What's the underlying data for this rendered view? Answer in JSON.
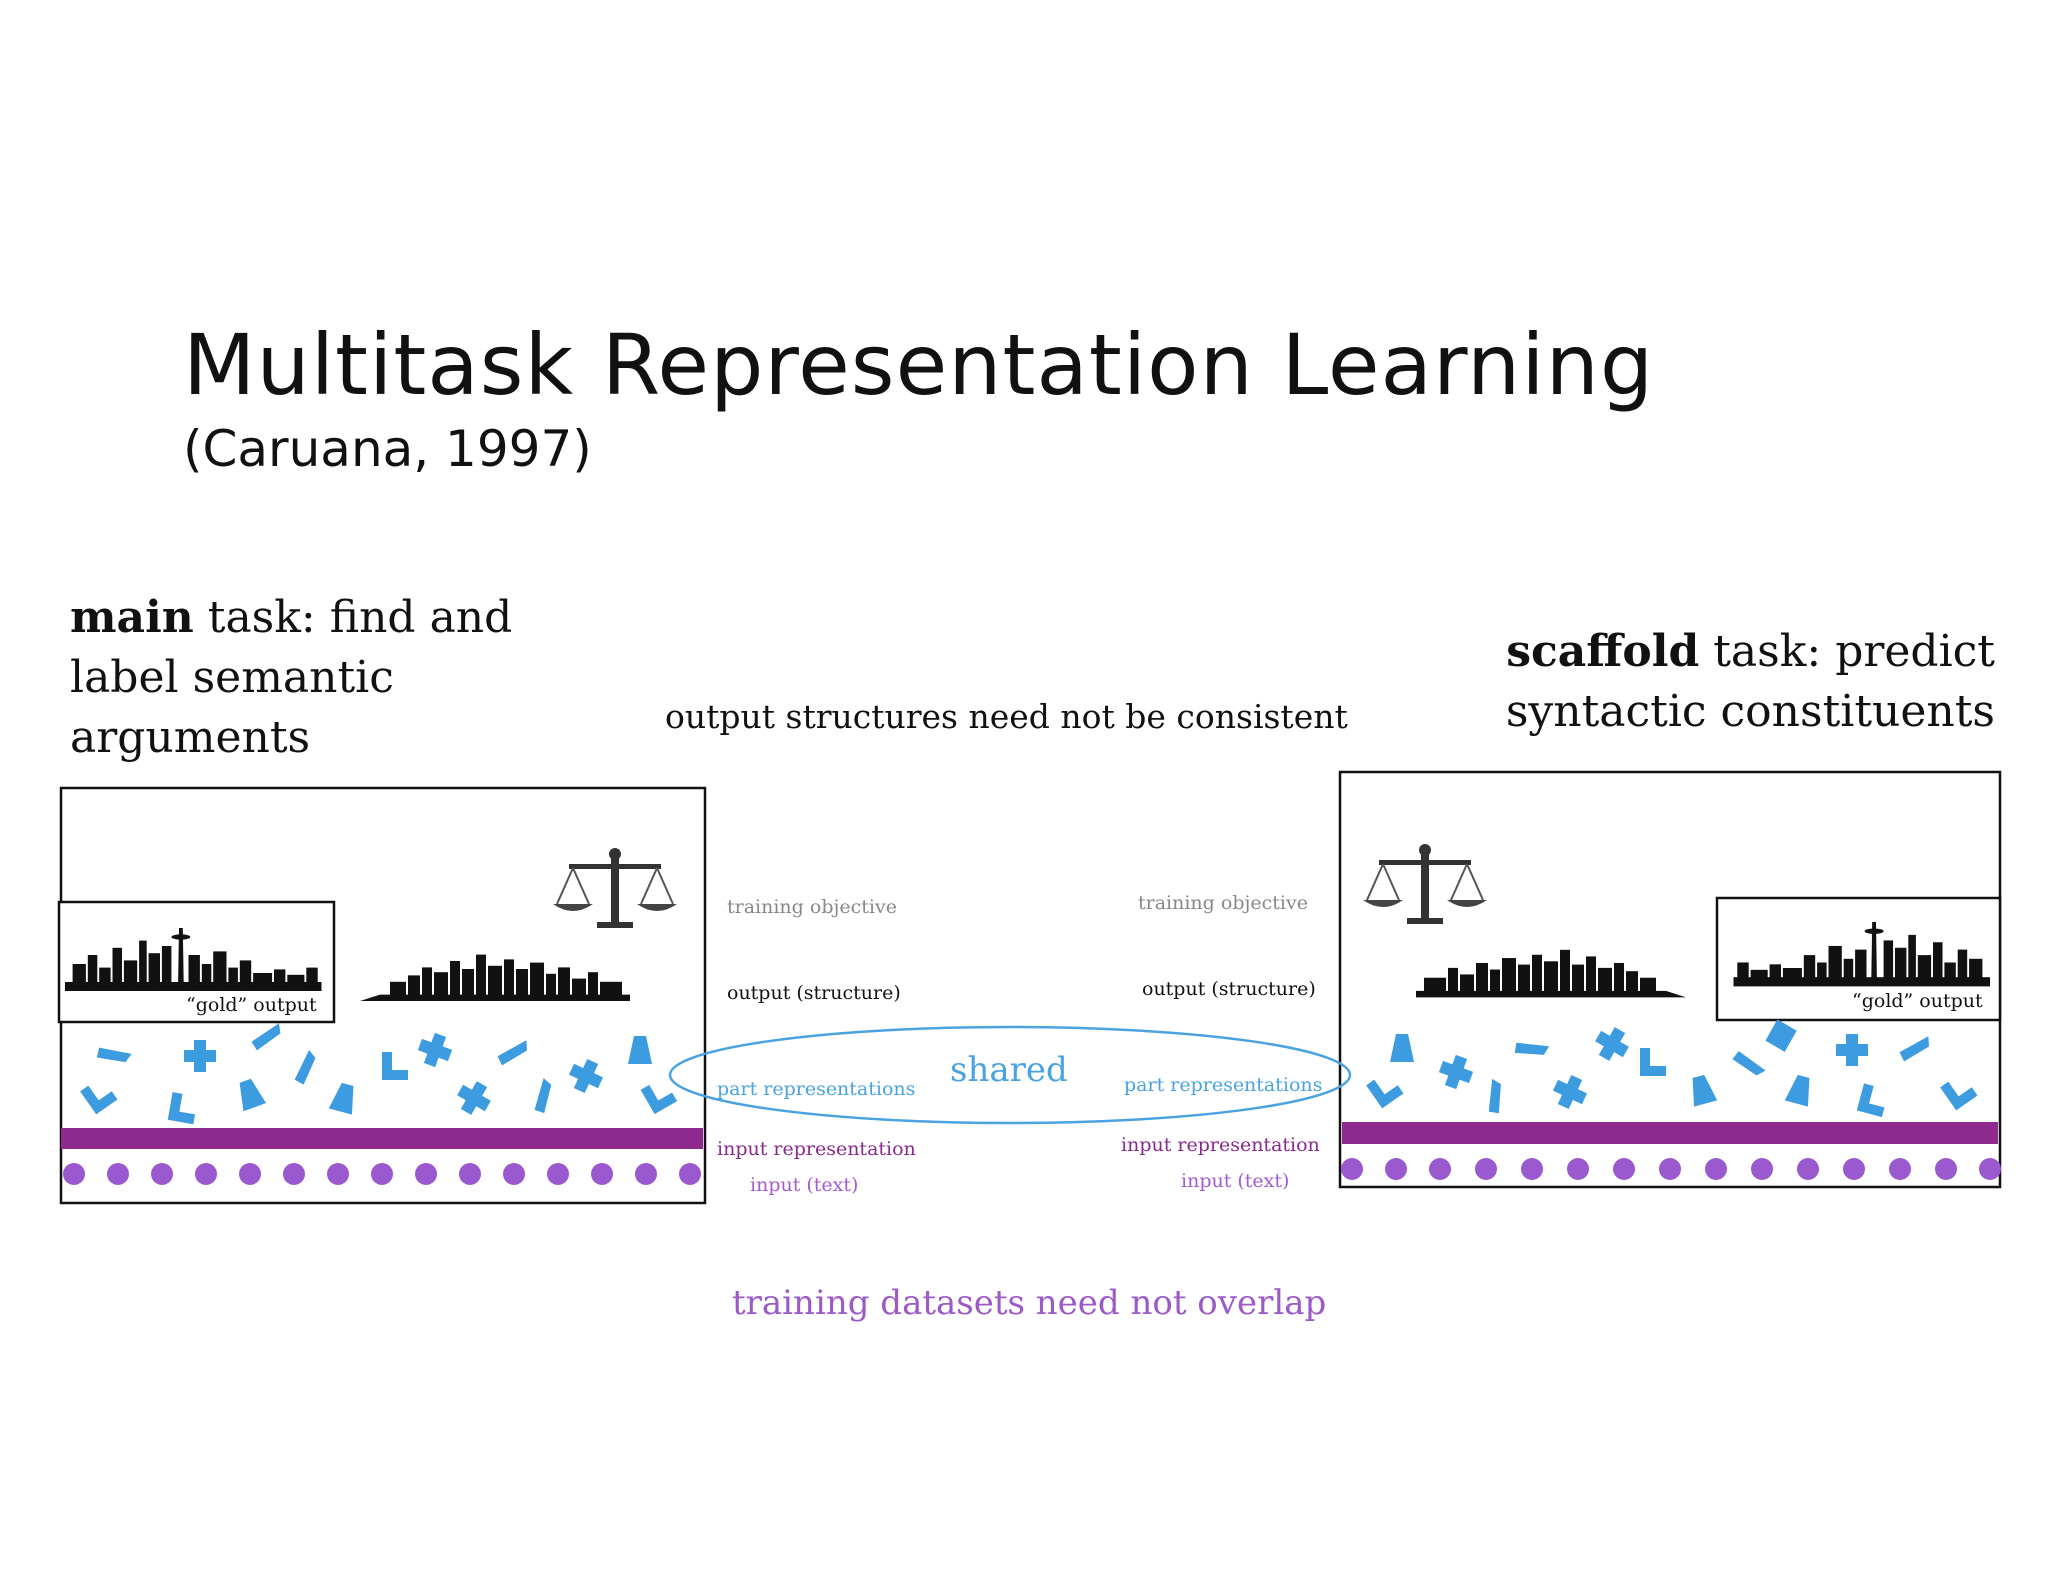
{
  "title": "Multitask Representation Learning",
  "subtitle": "(Caruana, 1997)",
  "main_task": {
    "bold": "main",
    "rest": " task:  find and label semantic arguments",
    "gold_label": "“gold” output"
  },
  "scaffold_task": {
    "bold": "scaffold",
    "rest": " task:  predict syntactic constituents",
    "gold_label": "“gold” output"
  },
  "notes": {
    "consistency": "output structures  need not be consistent",
    "overlap": "training  datasets  need not overlap",
    "shared": "shared"
  },
  "labels": {
    "training_objective": "training objective",
    "output_structure": "output (structure)",
    "part_representations": "part representations",
    "input_representation": "input representation",
    "input_text": "input (text)"
  },
  "colors": {
    "part_blue": "#3d9be0",
    "bar_purple": "#8e2a8d",
    "dot_violet": "#9b59d0",
    "ellipse_blue": "#4aa3e0"
  },
  "icons": [
    "balance-scale-icon",
    "city-skyline-icon"
  ]
}
